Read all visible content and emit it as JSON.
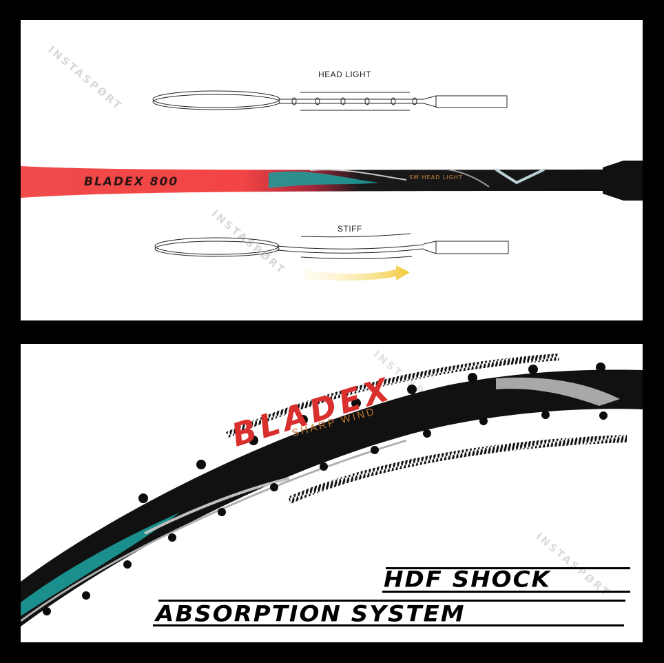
{
  "top_panel": {
    "watermark": "INSTASPØRT",
    "diagrams": {
      "head_light_label": "HEAD LIGHT",
      "stiff_label": "STIFF"
    },
    "shaft": {
      "model_text": "BLADEX 800",
      "spec_text": "SW HEAD LIGHT",
      "colors": {
        "red": "#f2444a",
        "teal": "#1f9a98",
        "black": "#141414",
        "gold": "#c98a3a"
      }
    }
  },
  "bottom_panel": {
    "watermark": "INSTASPØRT",
    "frame": {
      "brand_text": "BLADEX",
      "sub_text": "SHARP WIND",
      "colors": {
        "frame": "#111111",
        "red": "#d9302e",
        "teal": "#1a8f8d",
        "silver": "#b8b8b8",
        "gold": "#b8702a"
      }
    },
    "headline": {
      "line1": "HDF SHOCK",
      "line2": "ABSORPTION SYSTEM"
    }
  }
}
